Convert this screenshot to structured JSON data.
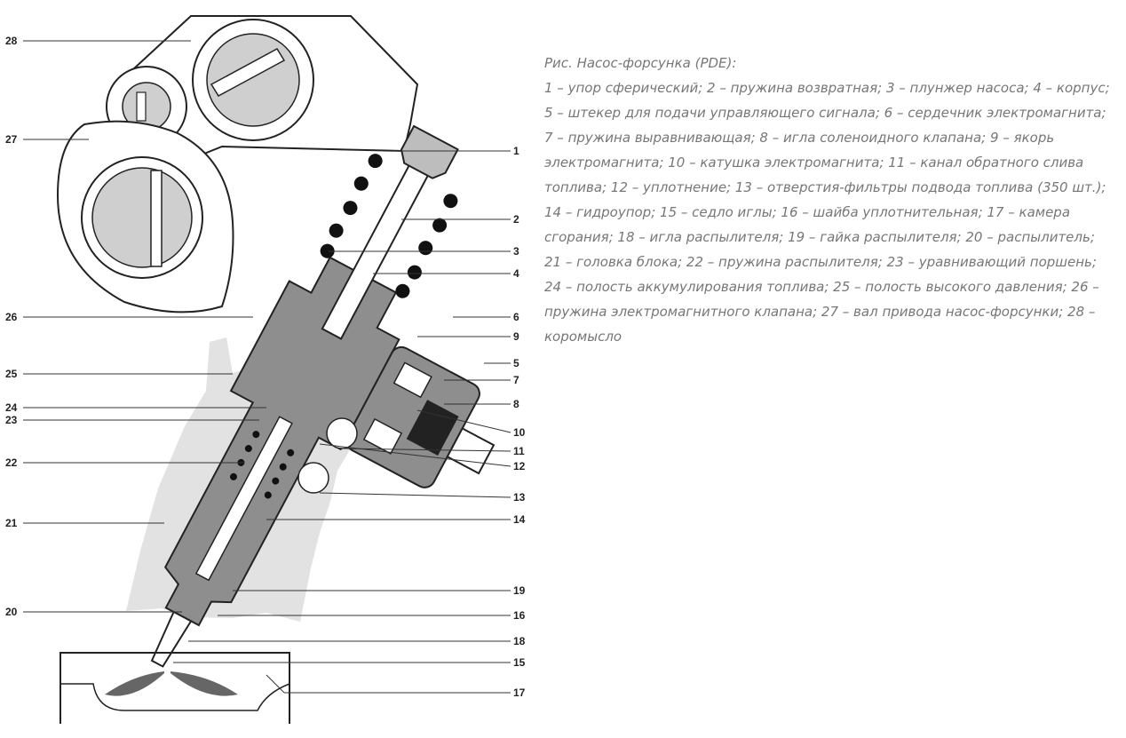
{
  "caption": {
    "title": "Рис. Насос-форсунка (PDE):",
    "body": "1 – упор сферический; 2 – пружина возвратная; 3 – плунжер насоса; 4 – корпус; 5 – штекер для подачи управляющего сигнала; 6 – сердечник электромагнита; 7 – пружина выравнивающая; 8 – игла соленоидного клапана; 9 – якорь электромагнита; 10 – катушка электромагнита; 11 – канал обратного слива топлива; 12 – уплотнение; 13 – отверстия-фильтры подвода топлива (350 шт.); 14 – гидроупор; 15 – седло иглы; 16 – шайба уплотнительная; 17 – камера сгорания; 18 – игла распылителя; 19 – гайка распылителя; 20 – распылитель; 21 – головка блока; 22 – пружина распылителя; 23 – уравнивающий поршень; 24 – полость аккумулирования топлива; 25 – полость высокого давления; 26 – пружина электромагнитного клапана; 27 – вал привода насос-форсунки; 28 – коромысло"
  },
  "callouts": {
    "left": [
      "28",
      "27",
      "26",
      "25",
      "24",
      "23",
      "22",
      "21",
      "20"
    ],
    "right": [
      "1",
      "2",
      "3",
      "4",
      "6",
      "9",
      "5",
      "7",
      "8",
      "10",
      "11",
      "12",
      "13",
      "14",
      "19",
      "16",
      "18",
      "15",
      "17"
    ]
  }
}
